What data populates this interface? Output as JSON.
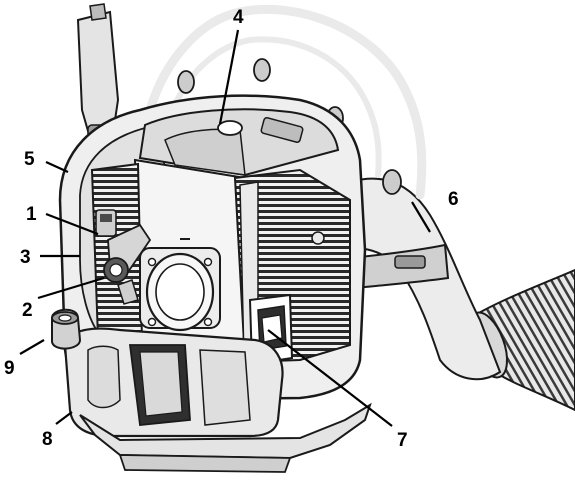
{
  "callouts": [
    {
      "id": "1",
      "label": "1"
    },
    {
      "id": "2",
      "label": "2"
    },
    {
      "id": "3",
      "label": "3"
    },
    {
      "id": "4",
      "label": "4"
    },
    {
      "id": "5",
      "label": "5"
    },
    {
      "id": "6",
      "label": "6"
    },
    {
      "id": "7",
      "label": "7"
    },
    {
      "id": "8",
      "label": "8"
    },
    {
      "id": "9",
      "label": "9"
    }
  ],
  "colors": {
    "line": "#1a1a1a",
    "light_fill": "#e6e6e6",
    "mid_fill": "#cfcfcf",
    "dark_fill": "#4a4a4a",
    "vent": "#222222",
    "background": "#ffffff"
  }
}
